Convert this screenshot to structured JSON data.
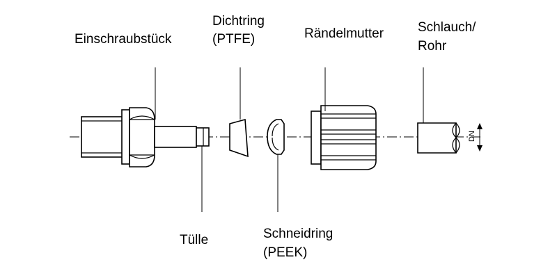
{
  "labels": {
    "einschraubstueck": "Einschraubstück",
    "dichtring_line1": "Dichtring",
    "dichtring_line2": "(PTFE)",
    "raendelmutter": "Rändelmutter",
    "schlauch_line1": "Schlauch/",
    "schlauch_line2": "Rohr",
    "tuelle": "Tülle",
    "schneidring_line1": "Schneidring",
    "schneidring_line2": "(PEEK)",
    "dn": "DN"
  },
  "colors": {
    "line": "#000000",
    "background": "#ffffff"
  }
}
